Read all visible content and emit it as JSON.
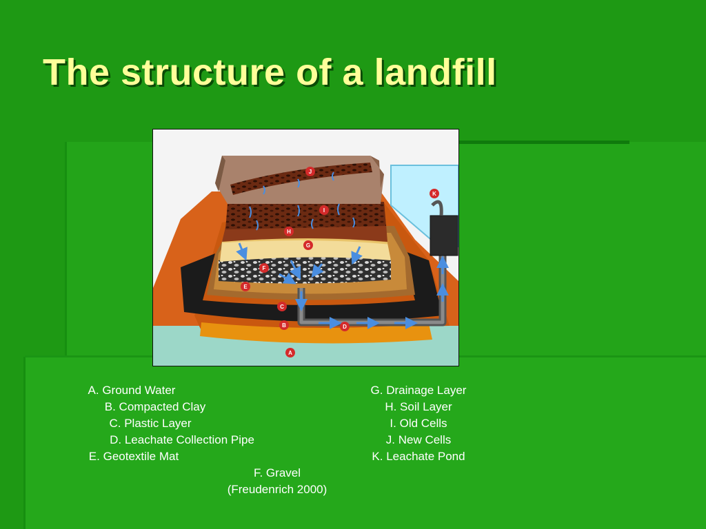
{
  "slide": {
    "title": "The structure of a landfill"
  },
  "figure": {
    "markers": [
      "A",
      "B",
      "C",
      "D",
      "E",
      "F",
      "G",
      "H",
      "I",
      "J",
      "K"
    ],
    "colors": {
      "marker": "#d42a2a",
      "arrow": "#4a8ee0",
      "clay": "#e8920f",
      "plastic": "#1b1b1b",
      "soil": "#8b3a1a",
      "drainage": "#f3dc9a",
      "gravel": "#3c3c3c",
      "water": "#9cd7c8",
      "pond": "#bff0ff"
    }
  },
  "legend": {
    "left": [
      "A. Ground Water",
      "B. Compacted Clay",
      "C. Plastic Layer",
      "D. Leachate Collection Pipe",
      "E. Geotextile Mat"
    ],
    "right": [
      "G. Drainage Layer",
      "H. Soil Layer",
      "I. Old Cells",
      "J. New Cells",
      "K. Leachate Pond"
    ],
    "bottom": "F. Gravel",
    "citation": "(Freudenrich 2000)"
  }
}
